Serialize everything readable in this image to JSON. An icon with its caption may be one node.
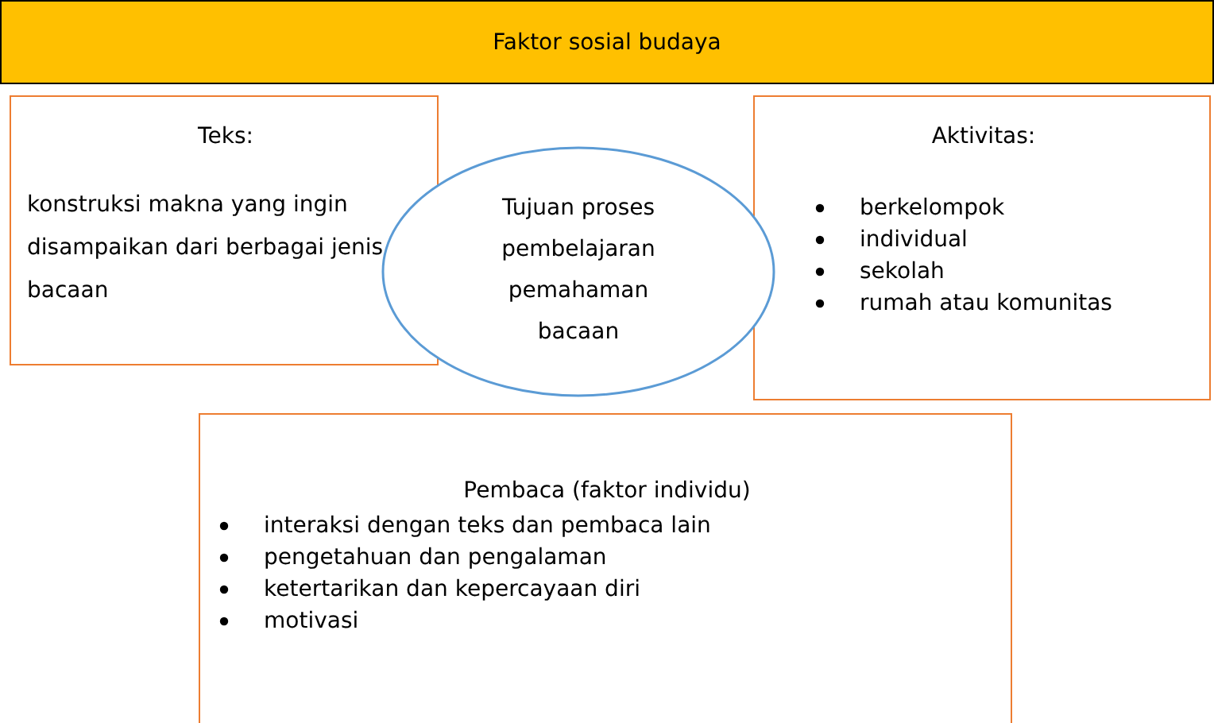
{
  "diagram": {
    "nodes": [
      {
        "text": [
          "Faktor sosial budaya"
        ]
      },
      {
        "text": [
          "Teks:",
          "konstruksi makna yang ingin disampaikan dari berbagai jenis bacaan"
        ]
      },
      {
        "text": [
          "Tujuan proses pembelajaran pemahaman bacaan"
        ]
      },
      {
        "text": [
          "Aktivitas:",
          "berkelompok",
          "individual",
          "sekolah",
          "rumah atau komunitas"
        ]
      },
      {
        "text": [
          "Pembaca (faktor individu)",
          "interaksi dengan teks dan pembaca lain",
          "pengetahuan dan pengalaman",
          "ketertarikan dan kepercayaan diri",
          "motivasi"
        ]
      }
    ]
  }
}
